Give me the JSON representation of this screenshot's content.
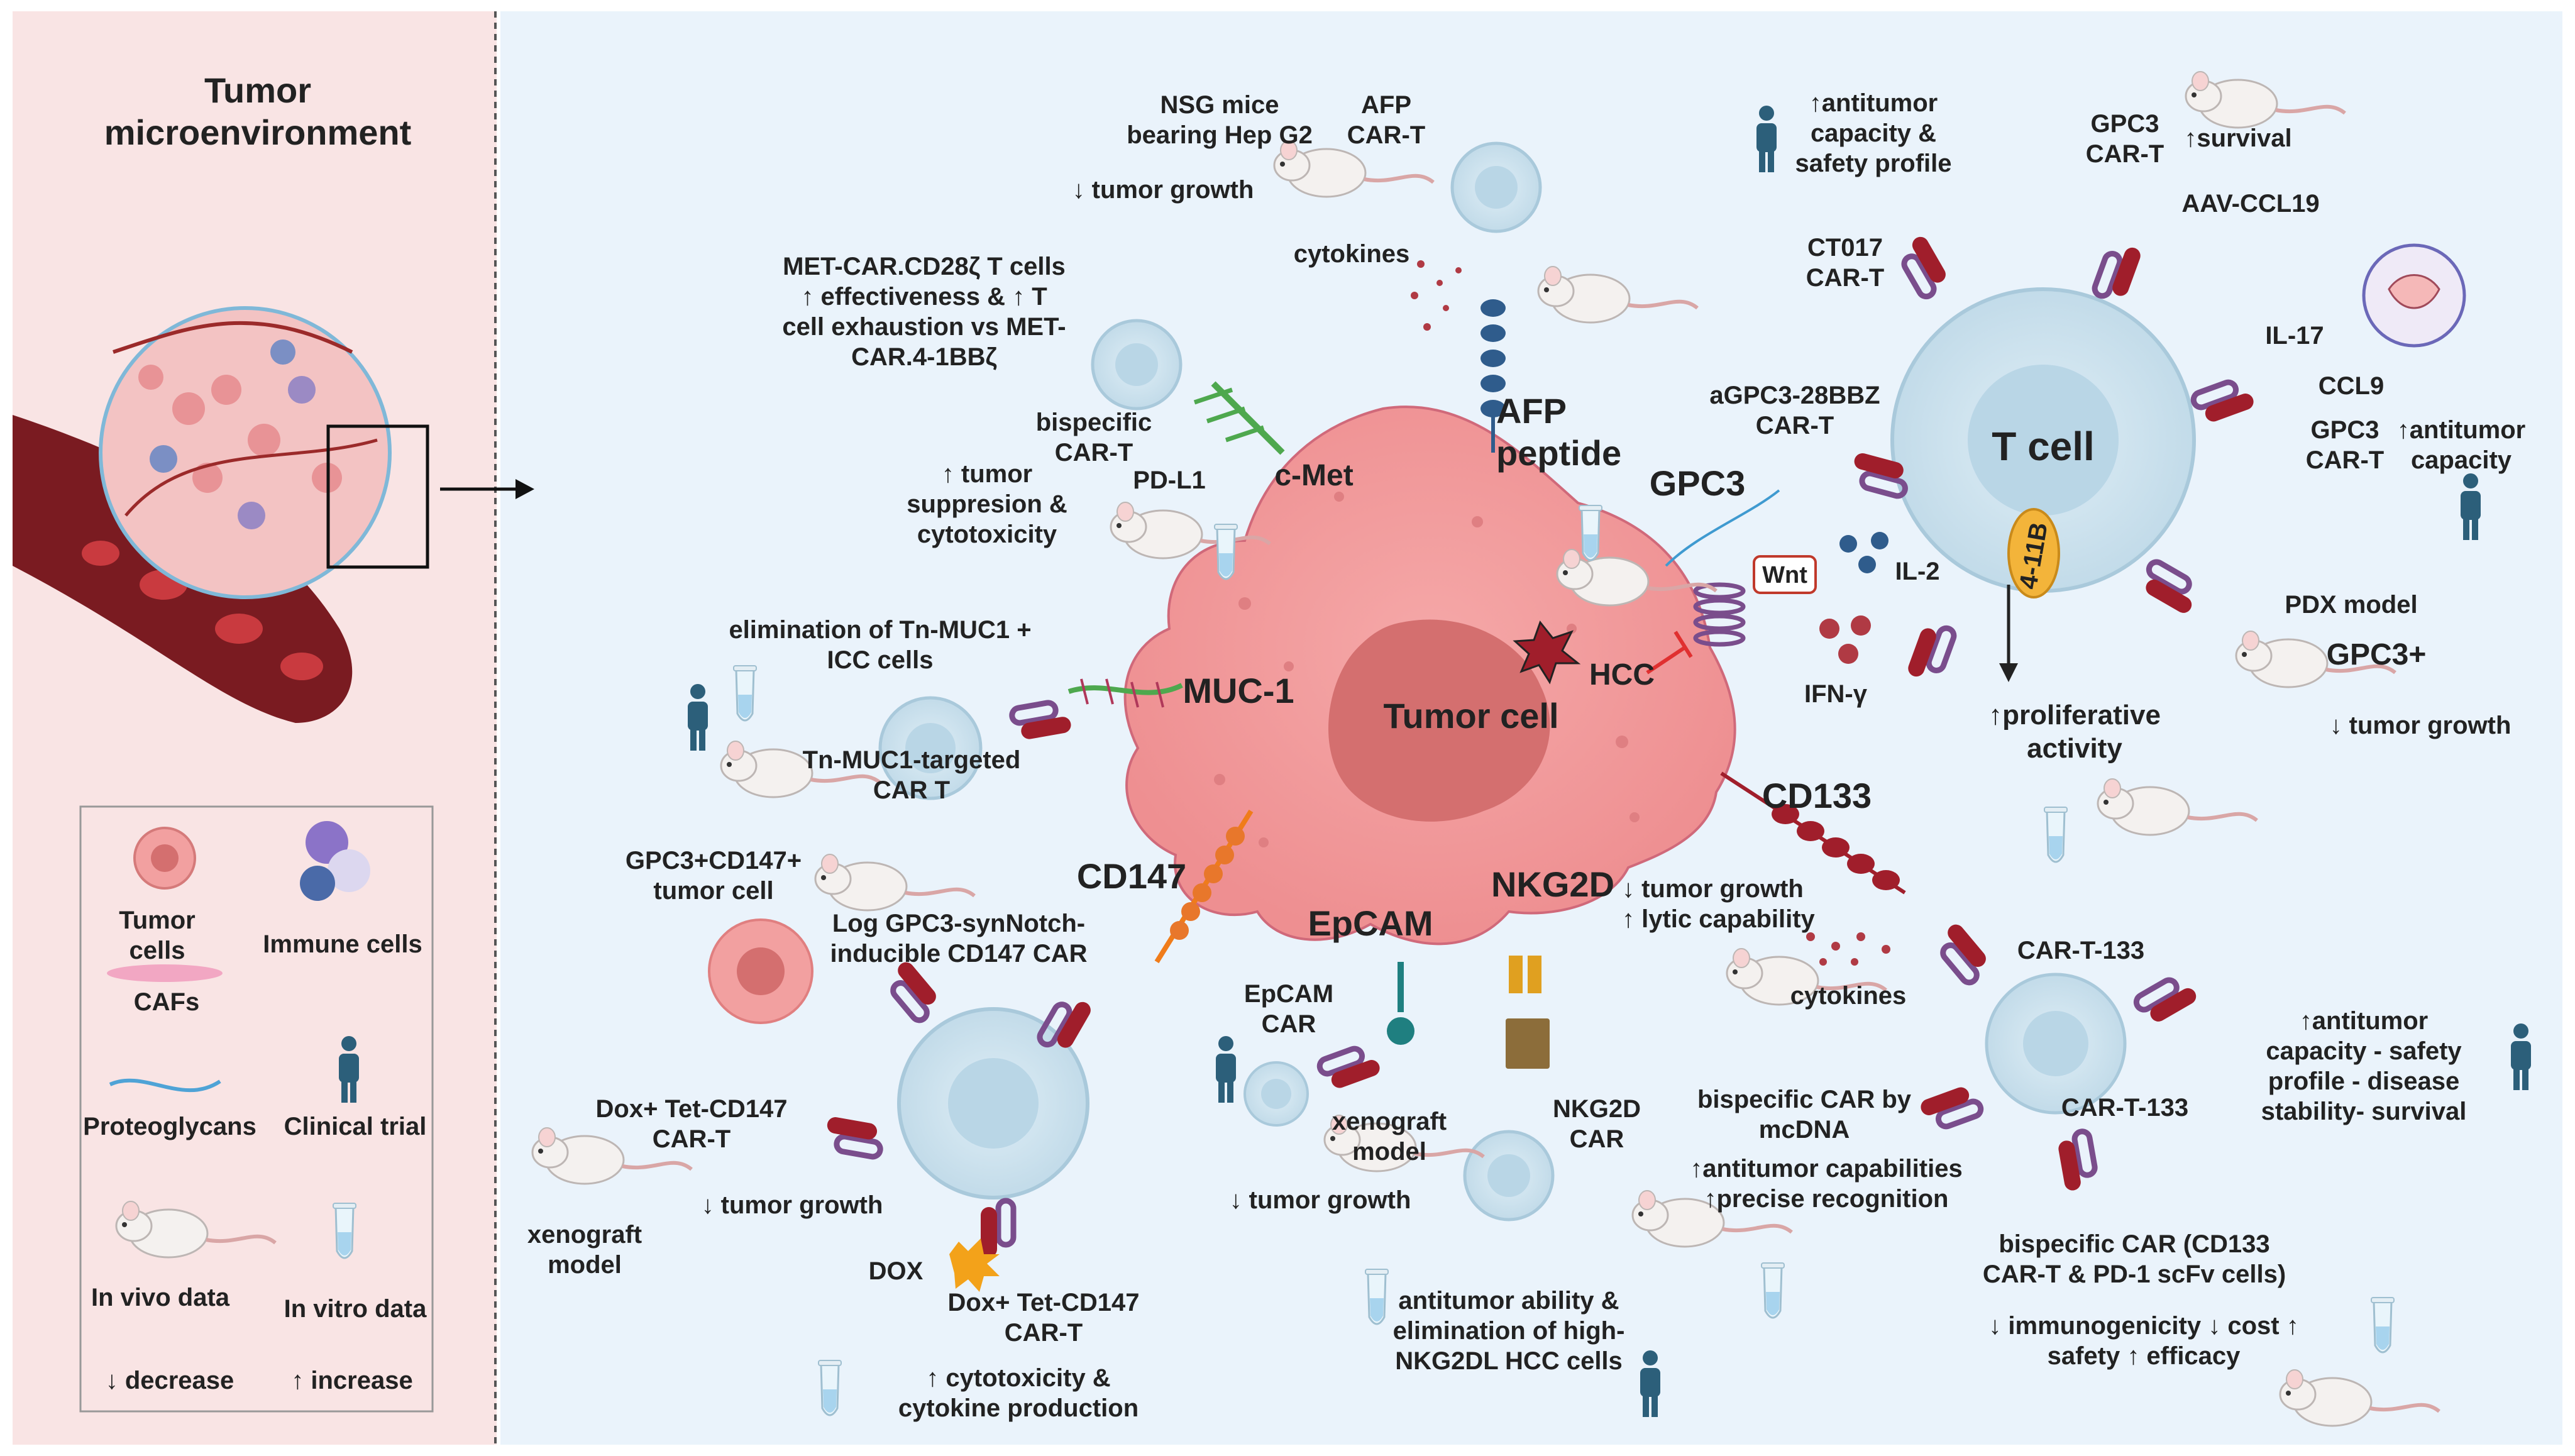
{
  "left_panel": {
    "title": "Tumor\nmicroenvironment",
    "legend": [
      {
        "key": "tumor_cells",
        "label": "Tumor cells"
      },
      {
        "key": "immune_cells",
        "label": "Immune cells"
      },
      {
        "key": "cafs",
        "label": "CAFs"
      },
      {
        "key": "proteoglycans",
        "label": "Proteoglycans"
      },
      {
        "key": "clinical_trial",
        "label": "Clinical trial"
      },
      {
        "key": "in_vivo",
        "label": "In vivo data"
      },
      {
        "key": "in_vitro",
        "label": "In vitro data"
      },
      {
        "key": "decrease",
        "label": "↓ decrease"
      },
      {
        "key": "increase",
        "label": "↑ increase"
      }
    ]
  },
  "center": {
    "tumor_cell": "Tumor cell",
    "hcc": "HCC",
    "wnt": "Wnt",
    "t_cell": "T cell",
    "costim": "4-11B",
    "il2": "IL-2",
    "ifn": "IFN-γ"
  },
  "targets": {
    "afp": "AFP\npeptide",
    "cmet": "c-Met",
    "pdl1": "PD-L1",
    "gpc3": "GPC3",
    "muc1": "MUC-1",
    "cd133": "CD133",
    "cd147": "CD147",
    "epcam": "EpCAM",
    "nkg2d": "NKG2D"
  },
  "annotations": {
    "afp_mice": "NSG mice\nbearing Hep G2",
    "afp_cart": "AFP\nCAR-T",
    "afp_effect": "↓ tumor growth",
    "cytokines_top": "cytokines",
    "met_text": "MET-CAR.CD28ζ T cells\n↑  effectiveness & ↑ T\ncell exhaustion vs MET-\nCAR.4-1BBζ",
    "bispecific": "bispecific\nCAR-T",
    "met_effect": "↑ tumor\nsuppresion &\ncytotoxicity",
    "tn_muc1_elim": "elimination of Tn-MUC1 +\nICC cells",
    "tn_muc1_cart": "Tn-MUC1-targeted\nCAR T",
    "gpc3_cd147": "GPC3+CD147+\ntumor cell",
    "log_gpc3": "Log GPC3-synNotch-\ninducible CD147 CAR",
    "dox_cart_left": "Dox+ Tet-CD147\nCAR-T",
    "tumor_growth_left": "↓ tumor growth",
    "xenograft_left": "xenograft\nmodel",
    "dox": "DOX",
    "dox_cart_bottom": "Dox+ Tet-CD147\nCAR-T",
    "cytotox": "↑ cytotoxicity &\ncytokine production",
    "epcam_car": "EpCAM\nCAR",
    "xenograft_mid": "xenograft\nmodel",
    "nkg2d_car": "NKG2D\nCAR",
    "tumor_growth_mid": "↓ tumor growth",
    "nkg2d_effect": "antitumor ability &\nelimination of high-\nNKG2DL HCC cells",
    "lytic": "↓ tumor growth\n↑ lytic capability",
    "cytokines_mid": "cytokines",
    "cart133_a": "CAR-T-133",
    "cart133_b": "CAR-T-133",
    "bispecific_mcdna": "bispecific CAR by\nmcDNA",
    "mcdna_effect": "↑antitumor capabilities\n↑precise recognition",
    "bispecific_cd133": "bispecific CAR (CD133\nCAR-T & PD-1 scFv cells)",
    "cd133_effect": "↓ immunogenicity ↓ cost ↑\nsafety  ↑ efficacy",
    "cd133_right": "↑antitumor\ncapacity -  safety\nprofile - disease\nstability- survival",
    "safety_top": "↑antitumor\ncapacity &\nsafety profile",
    "gpc3_cart_top": "GPC3\nCAR-T",
    "survival": "↑survival",
    "aav": "AAV-CCL19",
    "ct017": "CT017\nCAR-T",
    "il17": "IL-17",
    "ccl9": "CCL9",
    "gpc3_cart_right": "GPC3\nCAR-T",
    "antitumor_right": "↑antitumor\ncapacity",
    "agpc3": "aGPC3-28BBZ\nCAR-T",
    "pdx": "PDX model",
    "gpc3_plus": "GPC3+",
    "tumor_growth_right": "↓ tumor growth",
    "proliferative": "↑proliferative\nactivity"
  },
  "colors": {
    "left_bg": "#f9e4e4",
    "right_bg": "#eaf3fb",
    "tumor_fill": "#f2999a",
    "nucleus_fill": "#d46f6f",
    "tcell_fill": "#cfe3ef",
    "car_red": "#a01e2b",
    "car_purple": "#7a4d8c"
  }
}
